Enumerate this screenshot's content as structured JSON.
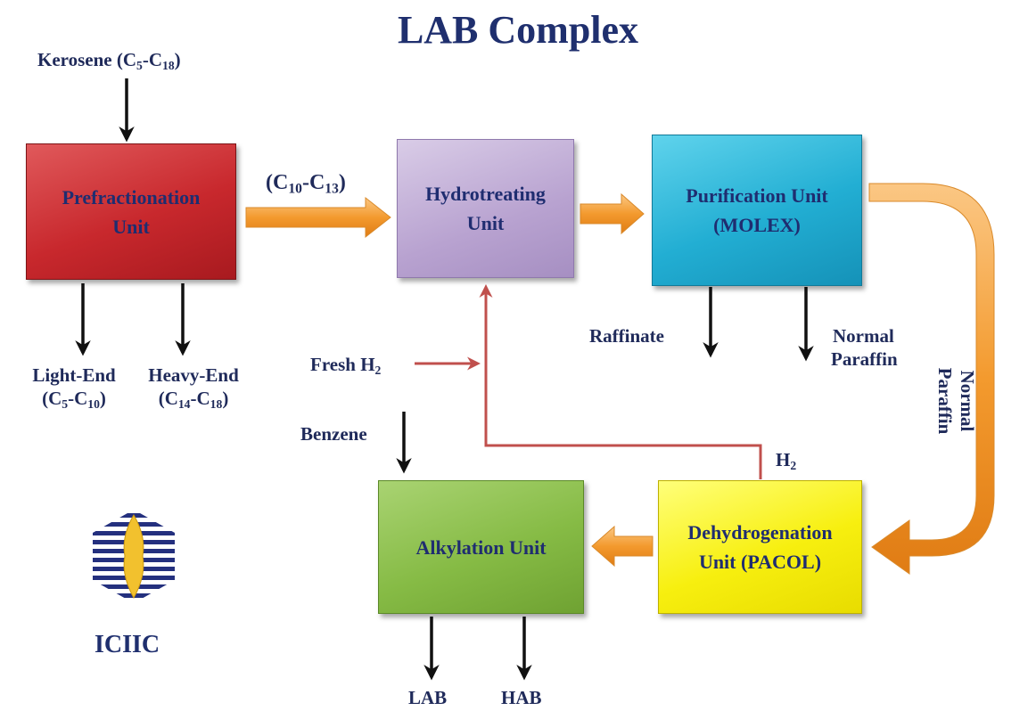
{
  "title": "LAB Complex",
  "boxes": {
    "prefractionation": [
      "Prefractionation",
      "Unit"
    ],
    "hydrotreating": [
      "Hydrotreating",
      "Unit"
    ],
    "purification": [
      "Purification Unit",
      "(MOLEX)"
    ],
    "alkylation": [
      "Alkylation Unit"
    ],
    "dehydrogenation": [
      "Dehydrogenation",
      "Unit (PACOL)"
    ]
  },
  "labels": {
    "kerosene": "Kerosene (C5-C18)",
    "c10_c13": "(C10-C13)",
    "light_end": [
      "Light-End",
      "(C5-C10)"
    ],
    "heavy_end": [
      "Heavy-End",
      "(C14-C18)"
    ],
    "raffinate": "Raffinate",
    "normal_paraffin_1": [
      "Normal",
      "Paraffin"
    ],
    "normal_paraffin_2": [
      "Normal",
      "Paraffin"
    ],
    "fresh_h2": "Fresh H2",
    "benzene": "Benzene",
    "h2": "H2",
    "lab": "LAB",
    "hab": "HAB",
    "logo_text": "ICIIC"
  },
  "colors": {
    "prefractionation": "#c8282d",
    "hydrotreating": "#b8a2d0",
    "purification": "#22aed3",
    "alkylation": "#86bb45",
    "dehydrogenation": "#f7ef0f",
    "process_arrow": "#f4a340",
    "h2_line": "#c0504d",
    "text": "#1f2a5a"
  }
}
